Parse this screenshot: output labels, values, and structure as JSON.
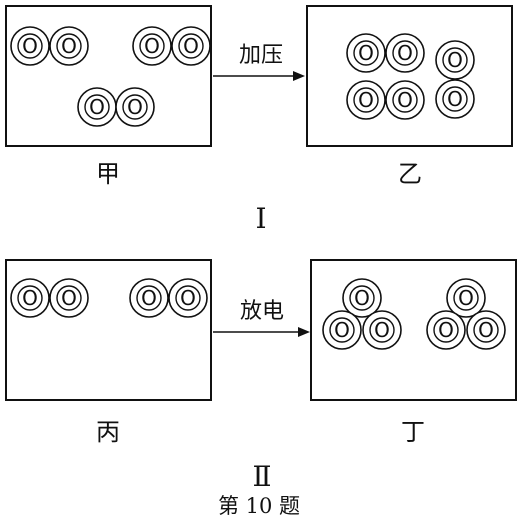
{
  "part1": {
    "left_box_label": "甲",
    "right_box_label": "乙",
    "arrow_label": "加压",
    "roman": "Ⅰ"
  },
  "part2": {
    "left_box_label": "丙",
    "right_box_label": "丁",
    "arrow_label": "放电",
    "roman": "Ⅱ"
  },
  "atom_symbol": "O",
  "caption": "第 10 题"
}
